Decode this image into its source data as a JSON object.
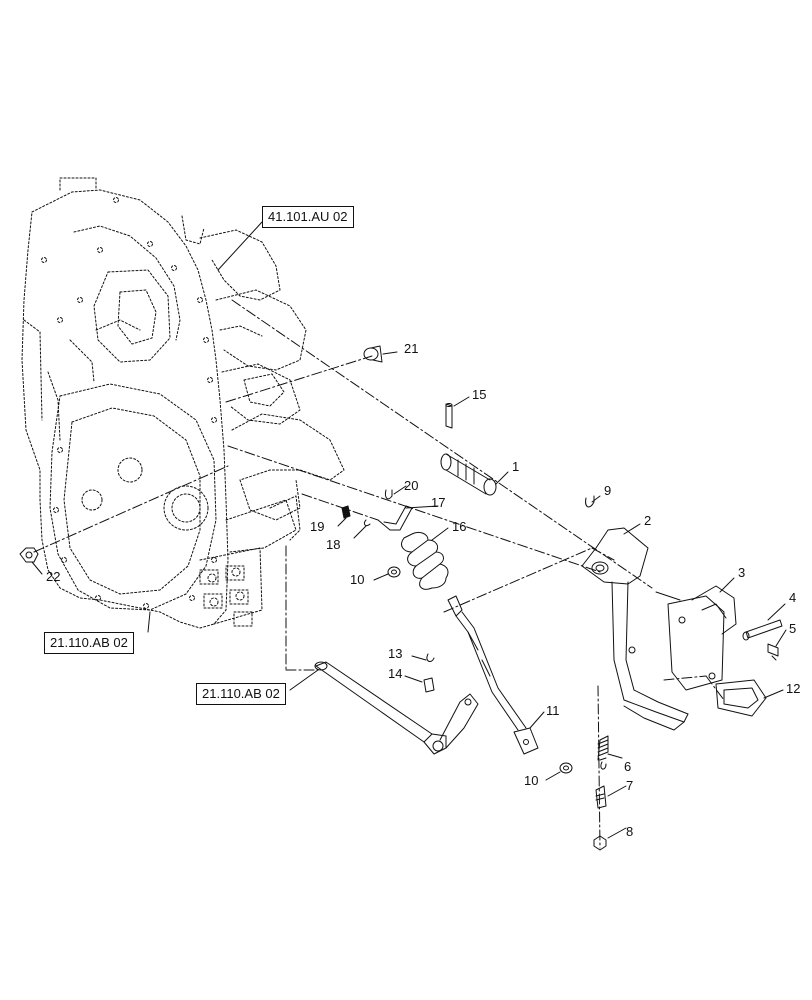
{
  "references": {
    "r41": "41.101.AU 02",
    "r21a": "21.110.AB 02",
    "r21b": "21.110.AB 02"
  },
  "callouts": {
    "c1": "1",
    "c2": "2",
    "c3": "3",
    "c4": "4",
    "c5": "5",
    "c6": "6",
    "c7": "7",
    "c8": "8",
    "c9": "9",
    "c10a": "10",
    "c10b": "10",
    "c11": "11",
    "c12": "12",
    "c13": "13",
    "c14": "14",
    "c15": "15",
    "c16": "16",
    "c17": "17",
    "c18": "18",
    "c19": "19",
    "c20": "20",
    "c21": "21",
    "c22": "22"
  },
  "colors": {
    "line": "#111111",
    "background": "#ffffff"
  }
}
